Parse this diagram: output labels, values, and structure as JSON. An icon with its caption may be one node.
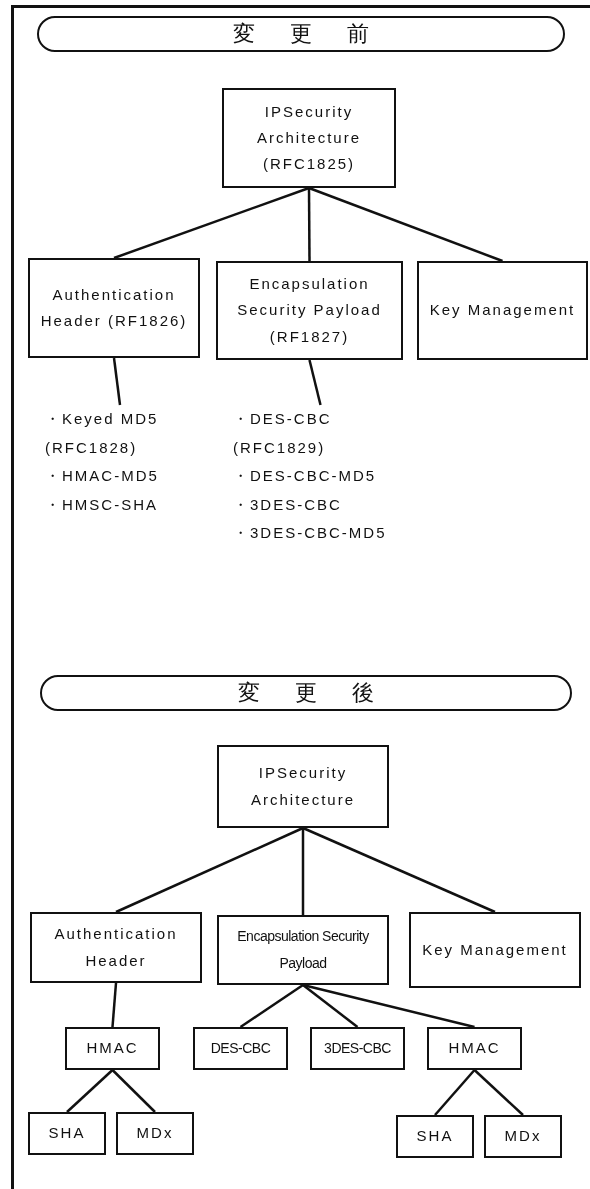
{
  "diagram": {
    "nodes": [
      {
        "text": [
          "変更前"
        ]
      },
      {
        "text": [
          "IPSecurity Architecture (RFC1825)"
        ]
      },
      {
        "text": [
          "Authentication Header (RF1826)"
        ]
      },
      {
        "text": [
          "Encapsulation Security Payload (RF1827)"
        ]
      },
      {
        "text": [
          "Key Management"
        ]
      },
      {
        "text": [
          "・Keyed MD5 (RFC1828)",
          "・HMAC-MD5",
          "・HMSC-SHA"
        ]
      },
      {
        "text": [
          "・DES-CBC (RFC1829)",
          "・DES-CBC-MD5",
          "・3DES-CBC",
          "・3DES-CBC-MD5"
        ]
      },
      {
        "text": [
          "変更後"
        ]
      },
      {
        "text": [
          "IPSecurity Architecture"
        ]
      },
      {
        "text": [
          "Authentication Header"
        ]
      },
      {
        "text": [
          "Encapsulation Security Payload"
        ]
      },
      {
        "text": [
          "Key Management"
        ]
      },
      {
        "text": [
          "HMAC"
        ]
      },
      {
        "text": [
          "DES-CBC"
        ]
      },
      {
        "text": [
          "3DES-CBC"
        ]
      },
      {
        "text": [
          "HMAC"
        ]
      },
      {
        "text": [
          "SHA"
        ]
      },
      {
        "text": [
          "MDx"
        ]
      },
      {
        "text": [
          "SHA"
        ]
      },
      {
        "text": [
          "MDx"
        ]
      }
    ],
    "edges": [
      {
        "from": 1,
        "to": 2,
        "arrow": "none"
      },
      {
        "from": 1,
        "to": 3,
        "arrow": "none"
      },
      {
        "from": 1,
        "to": 4,
        "arrow": "none"
      },
      {
        "from": 2,
        "to": 5,
        "arrow": "none"
      },
      {
        "from": 3,
        "to": 6,
        "arrow": "none"
      },
      {
        "from": 8,
        "to": 9,
        "arrow": "none"
      },
      {
        "from": 8,
        "to": 10,
        "arrow": "none"
      },
      {
        "from": 8,
        "to": 11,
        "arrow": "none"
      },
      {
        "from": 9,
        "to": 12,
        "arrow": "none"
      },
      {
        "from": 10,
        "to": 13,
        "arrow": "none"
      },
      {
        "from": 10,
        "to": 14,
        "arrow": "none"
      },
      {
        "from": 10,
        "to": 15,
        "arrow": "none"
      },
      {
        "from": 12,
        "to": 16,
        "arrow": "none"
      },
      {
        "from": 12,
        "to": 17,
        "arrow": "none"
      },
      {
        "from": 15,
        "to": 18,
        "arrow": "none"
      },
      {
        "from": 15,
        "to": 19,
        "arrow": "none"
      }
    ]
  }
}
